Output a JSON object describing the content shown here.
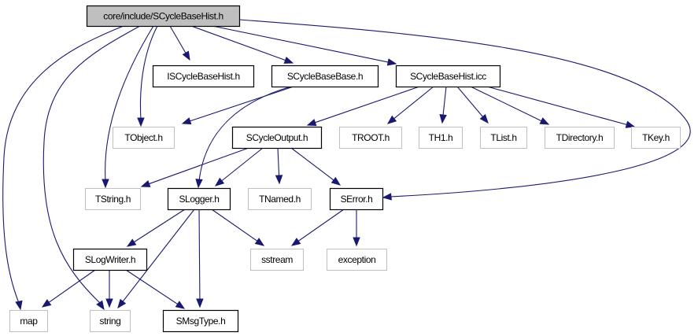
{
  "diagram": {
    "title": "core/include/SCycleBaseHist.h include dependency graph",
    "colors": {
      "edge": "#191970",
      "root_fill": "#bfbfbf",
      "root_border": "#000000",
      "documented_border": "#000000",
      "external_border": "#bfbfbf",
      "node_fill": "#ffffff"
    },
    "nodes": [
      {
        "id": "root",
        "label": "core/include/SCycleBaseHist.h",
        "kind": "root"
      },
      {
        "id": "iscyclebasehist",
        "label": "ISCycleBaseHist.h",
        "kind": "documented"
      },
      {
        "id": "scyclebasebase",
        "label": "SCycleBaseBase.h",
        "kind": "documented"
      },
      {
        "id": "scyclebasehisticc",
        "label": "SCycleBaseHist.icc",
        "kind": "documented"
      },
      {
        "id": "tobject",
        "label": "TObject.h",
        "kind": "external"
      },
      {
        "id": "scycleoutput",
        "label": "SCycleOutput.h",
        "kind": "documented"
      },
      {
        "id": "troot",
        "label": "TROOT.h",
        "kind": "external"
      },
      {
        "id": "th1",
        "label": "TH1.h",
        "kind": "external"
      },
      {
        "id": "tlist",
        "label": "TList.h",
        "kind": "external"
      },
      {
        "id": "tdirectory",
        "label": "TDirectory.h",
        "kind": "external"
      },
      {
        "id": "tkey",
        "label": "TKey.h",
        "kind": "external"
      },
      {
        "id": "tstring",
        "label": "TString.h",
        "kind": "external"
      },
      {
        "id": "slogger",
        "label": "SLogger.h",
        "kind": "documented"
      },
      {
        "id": "tnamed",
        "label": "TNamed.h",
        "kind": "external"
      },
      {
        "id": "serror",
        "label": "SError.h",
        "kind": "documented"
      },
      {
        "id": "sstream",
        "label": "sstream",
        "kind": "external"
      },
      {
        "id": "exception",
        "label": "exception",
        "kind": "external"
      },
      {
        "id": "slogwriter",
        "label": "SLogWriter.h",
        "kind": "documented"
      },
      {
        "id": "map",
        "label": "map",
        "kind": "external"
      },
      {
        "id": "string",
        "label": "string",
        "kind": "external"
      },
      {
        "id": "smsgtype",
        "label": "SMsgType.h",
        "kind": "documented"
      }
    ],
    "edges": [
      {
        "from": "root",
        "to": "iscyclebasehist"
      },
      {
        "from": "root",
        "to": "scyclebasebase"
      },
      {
        "from": "root",
        "to": "scyclebasehisticc"
      },
      {
        "from": "root",
        "to": "tobject"
      },
      {
        "from": "root",
        "to": "tstring"
      },
      {
        "from": "root",
        "to": "map"
      },
      {
        "from": "root",
        "to": "string"
      },
      {
        "from": "root",
        "to": "serror"
      },
      {
        "from": "scyclebasebase",
        "to": "tobject"
      },
      {
        "from": "scyclebasebase",
        "to": "slogger"
      },
      {
        "from": "scyclebasehisticc",
        "to": "scycleoutput"
      },
      {
        "from": "scyclebasehisticc",
        "to": "troot"
      },
      {
        "from": "scyclebasehisticc",
        "to": "th1"
      },
      {
        "from": "scyclebasehisticc",
        "to": "tlist"
      },
      {
        "from": "scyclebasehisticc",
        "to": "tdirectory"
      },
      {
        "from": "scyclebasehisticc",
        "to": "tkey"
      },
      {
        "from": "scycleoutput",
        "to": "tstring"
      },
      {
        "from": "scycleoutput",
        "to": "slogger"
      },
      {
        "from": "scycleoutput",
        "to": "tnamed"
      },
      {
        "from": "scycleoutput",
        "to": "serror"
      },
      {
        "from": "slogger",
        "to": "slogwriter"
      },
      {
        "from": "slogger",
        "to": "sstream"
      },
      {
        "from": "slogger",
        "to": "string"
      },
      {
        "from": "slogger",
        "to": "smsgtype"
      },
      {
        "from": "serror",
        "to": "sstream"
      },
      {
        "from": "serror",
        "to": "exception"
      },
      {
        "from": "slogwriter",
        "to": "map"
      },
      {
        "from": "slogwriter",
        "to": "string"
      },
      {
        "from": "slogwriter",
        "to": "smsgtype"
      }
    ]
  }
}
